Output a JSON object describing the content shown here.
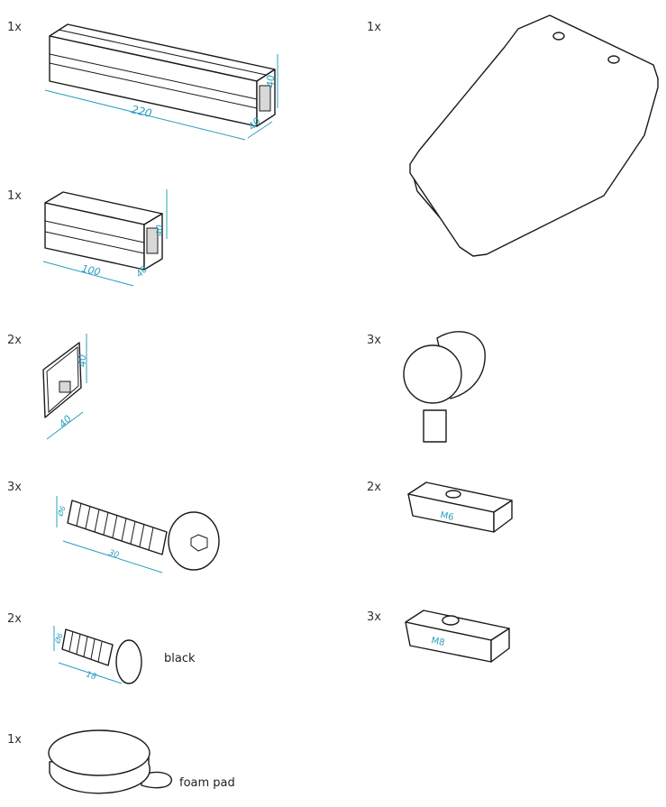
{
  "parts": [
    {
      "id": "profile-220",
      "qty": "1x",
      "dims": [
        "220",
        "40",
        "40"
      ]
    },
    {
      "id": "profile-100",
      "qty": "1x",
      "dims": [
        "100",
        "40",
        "40"
      ]
    },
    {
      "id": "end-cap",
      "qty": "2x",
      "dims": [
        "40",
        "40"
      ]
    },
    {
      "id": "socket-screw",
      "qty": "3x",
      "dims": [
        "Ø6",
        "30"
      ]
    },
    {
      "id": "countersunk-screw",
      "qty": "2x",
      "dims": [
        "Ø6",
        "18"
      ],
      "note": "black"
    },
    {
      "id": "foam-pad",
      "qty": "1x",
      "note": "foam pad"
    },
    {
      "id": "plate",
      "qty": "1x"
    },
    {
      "id": "knob",
      "qty": "3x"
    },
    {
      "id": "tnut-m6",
      "qty": "2x",
      "label": "M6"
    },
    {
      "id": "tnut-m8",
      "qty": "3x",
      "label": "M8"
    }
  ],
  "colors": {
    "dimension": "#2a9fbf",
    "outline": "#1a1a1a"
  }
}
